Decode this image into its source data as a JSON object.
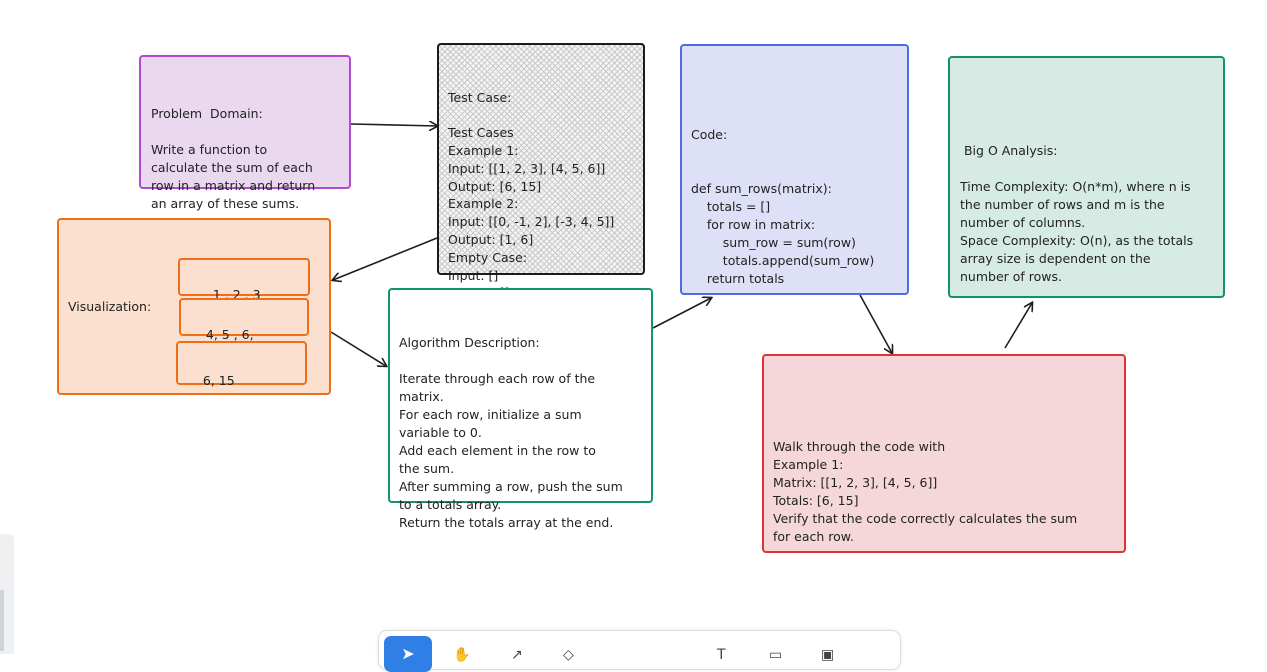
{
  "problem": {
    "text": "Problem  Domain:\n\nWrite a function to\ncalculate the sum of each\nrow in a matrix and return\nan array of these sums."
  },
  "test_case": {
    "text": "Test Case:\n\nTest Cases\nExample 1:\nInput: [[1, 2, 3], [4, 5, 6]]\nOutput: [6, 15]\nExample 2:\nInput: [[0, -1, 2], [-3, 4, 5]]\nOutput: [1, 6]\nEmpty Case:\nInput: []\nOutput: []"
  },
  "code": {
    "text": "Code:\n\n\ndef sum_rows(matrix):\n    totals = []\n    for row in matrix:\n        sum_row = sum(row)\n        totals.append(sum_row)\n    return totals"
  },
  "big_o": {
    "text": " Big O Analysis:\n\nTime Complexity: O(n*m), where n is\nthe number of rows and m is the\nnumber of columns.\nSpace Complexity: O(n), as the totals\narray size is dependent on the\nnumber of rows."
  },
  "visualization": {
    "label": "Visualization:",
    "row1": "1 , 2 , 3",
    "row2": "4, 5 , 6,",
    "row3": "6, 15"
  },
  "algorithm": {
    "text": "Algorithm Description:\n\nIterate through each row of the\nmatrix.\nFor each row, initialize a sum\nvariable to 0.\nAdd each element in the row to\nthe sum.\nAfter summing a row, push the sum\nto a totals array.\nReturn the totals array at the end."
  },
  "walkthrough": {
    "text": "Walk through the code with\nExample 1:\nMatrix: [[1, 2, 3], [4, 5, 6]]\nTotals: [6, 15]\nVerify that the code correctly calculates the sum\nfor each row."
  },
  "colors": {
    "problem": "#b04bd0",
    "code": "#4a6ee0",
    "big_o": "#139466",
    "visualization": "#ef6f17",
    "walkthrough": "#dc3535",
    "toolbar_active": "#2f7fe6"
  },
  "toolbar": {
    "icons": [
      "pointer-icon",
      "hand-icon",
      "arrow-icon",
      "shape-icon",
      "text-icon",
      "frame-icon",
      "image-icon"
    ]
  }
}
